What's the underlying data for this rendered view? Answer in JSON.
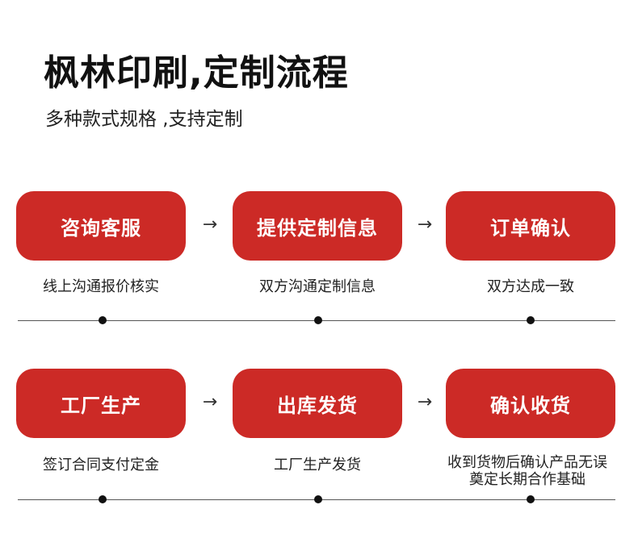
{
  "header": {
    "title": "枫林印刷,定制流程",
    "subtitle": "多种款式规格 ,支持定制"
  },
  "colors": {
    "accent": "#cc2a26",
    "text": "#1a1a1a",
    "line": "#555555"
  },
  "row1": {
    "steps": [
      {
        "label": "咨询客服",
        "desc": "线上沟通报价核实"
      },
      {
        "label": "提供定制信息",
        "desc": "双方沟通定制信息"
      },
      {
        "label": "订单确认",
        "desc": "双方达成一致"
      }
    ],
    "arrow": "→"
  },
  "row2": {
    "steps": [
      {
        "label": "工厂生产",
        "desc": "签订合同支付定金"
      },
      {
        "label": "出库发货",
        "desc": "工厂生产发货"
      },
      {
        "label": "确认收货",
        "desc_line1": "收到货物后确认产品无误",
        "desc_line2": "奠定长期合作基础"
      }
    ],
    "arrow": "→"
  }
}
